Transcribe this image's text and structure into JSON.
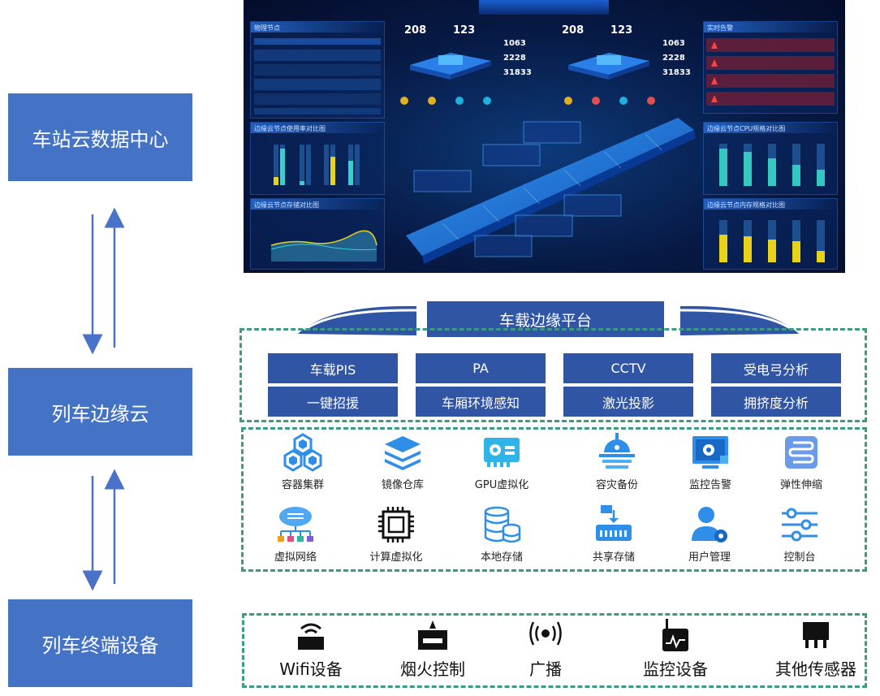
{
  "left_column": {
    "station_cloud": "车站云数据中心",
    "train_edge_cloud": "列车边缘云",
    "train_terminal": "列车终端设备"
  },
  "dashboard": {
    "left_title": "物理节点",
    "left_chart1_title": "边缘云节点使用率对比图",
    "left_chart2_title": "边缘云节点存储对比图",
    "right_title": "实时告警",
    "right_chart1_title": "边缘云节点CPU规格对比图",
    "right_chart2_title": "边缘云节点内存规格对比图",
    "stats_left": [
      "208",
      "123"
    ],
    "stats_right": [
      "208",
      "123"
    ],
    "metrics_left": [
      "1063",
      "2228",
      "31833"
    ],
    "metrics_right": [
      "1063",
      "2228",
      "31833"
    ]
  },
  "platform": {
    "title": "车载边缘平台",
    "services": [
      "车载PIS",
      "PA",
      "CCTV",
      "受电弓分析",
      "一键招援",
      "车厢环境感知",
      "激光投影",
      "拥挤度分析"
    ]
  },
  "infrastructure": {
    "items": [
      {
        "label": "容器集群",
        "icon": "container-cluster-icon"
      },
      {
        "label": "镜像仓库",
        "icon": "image-repository-icon"
      },
      {
        "label": "GPU虚拟化",
        "icon": "gpu-icon"
      },
      {
        "label": "容灾备份",
        "icon": "disaster-backup-icon"
      },
      {
        "label": "监控告警",
        "icon": "monitor-alarm-icon"
      },
      {
        "label": "弹性伸缩",
        "icon": "elastic-scaling-icon"
      },
      {
        "label": "虚拟网络",
        "icon": "virtual-network-icon"
      },
      {
        "label": "计算虚拟化",
        "icon": "cpu-chip-icon"
      },
      {
        "label": "本地存储",
        "icon": "local-storage-icon"
      },
      {
        "label": "共享存储",
        "icon": "shared-storage-icon"
      },
      {
        "label": "用户管理",
        "icon": "user-management-icon"
      },
      {
        "label": "控制台",
        "icon": "console-sliders-icon"
      }
    ]
  },
  "devices": {
    "items": [
      {
        "label": "Wifi设备",
        "icon": "wifi-router-icon"
      },
      {
        "label": "烟火控制",
        "icon": "smoke-detector-icon"
      },
      {
        "label": "广播",
        "icon": "broadcast-icon"
      },
      {
        "label": "监控设备",
        "icon": "monitor-device-icon"
      },
      {
        "label": "其他传感器",
        "icon": "sensor-icon"
      }
    ]
  },
  "colors": {
    "box_blue": "#4472c4",
    "service_blue": "#2f55a4",
    "dash_green": "#3d9a86",
    "icon_blue": "#2f8fe8"
  }
}
